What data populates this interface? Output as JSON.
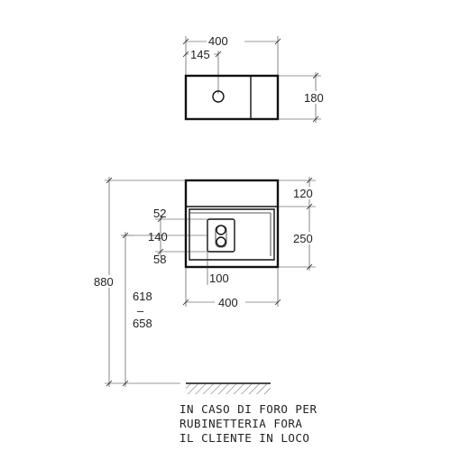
{
  "top_view": {
    "width_label": "400",
    "hole_offset_label": "145",
    "depth_label": "180"
  },
  "front_view": {
    "back_height_label": "120",
    "basin_height_label": "250",
    "drain_top_label": "52",
    "drain_width_label": "140",
    "drain_bottom_label": "58",
    "drain_base_label": "100",
    "width_label": "400",
    "total_height_label": "880",
    "outlet_range_min_label": "618",
    "outlet_range_separator": "–",
    "outlet_range_max_label": "658"
  },
  "note": {
    "line1": "IN CASO DI FORO PER",
    "line2": "RUBINETTERIA FORA",
    "line3": "IL CLIENTE IN LOCO"
  }
}
